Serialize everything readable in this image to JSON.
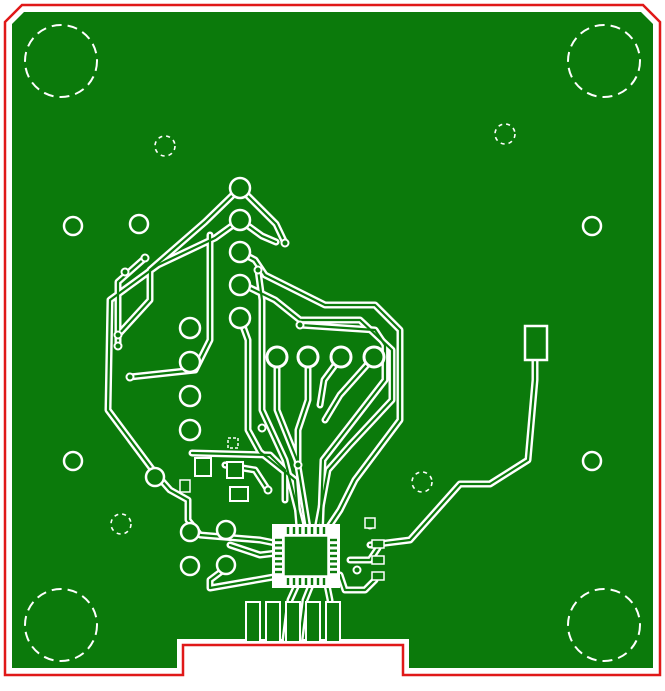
{
  "board": {
    "colors": {
      "background": "#ffffff",
      "copper_pour": "#0b7a0b",
      "board_outline": "#e01818",
      "trace_clearance": "#ffffff",
      "pad": "#0b7a0b"
    },
    "layer": "top-copper",
    "features": {
      "mounting_holes": 4,
      "connector_pins": 5,
      "ic_package": "QFN"
    }
  }
}
